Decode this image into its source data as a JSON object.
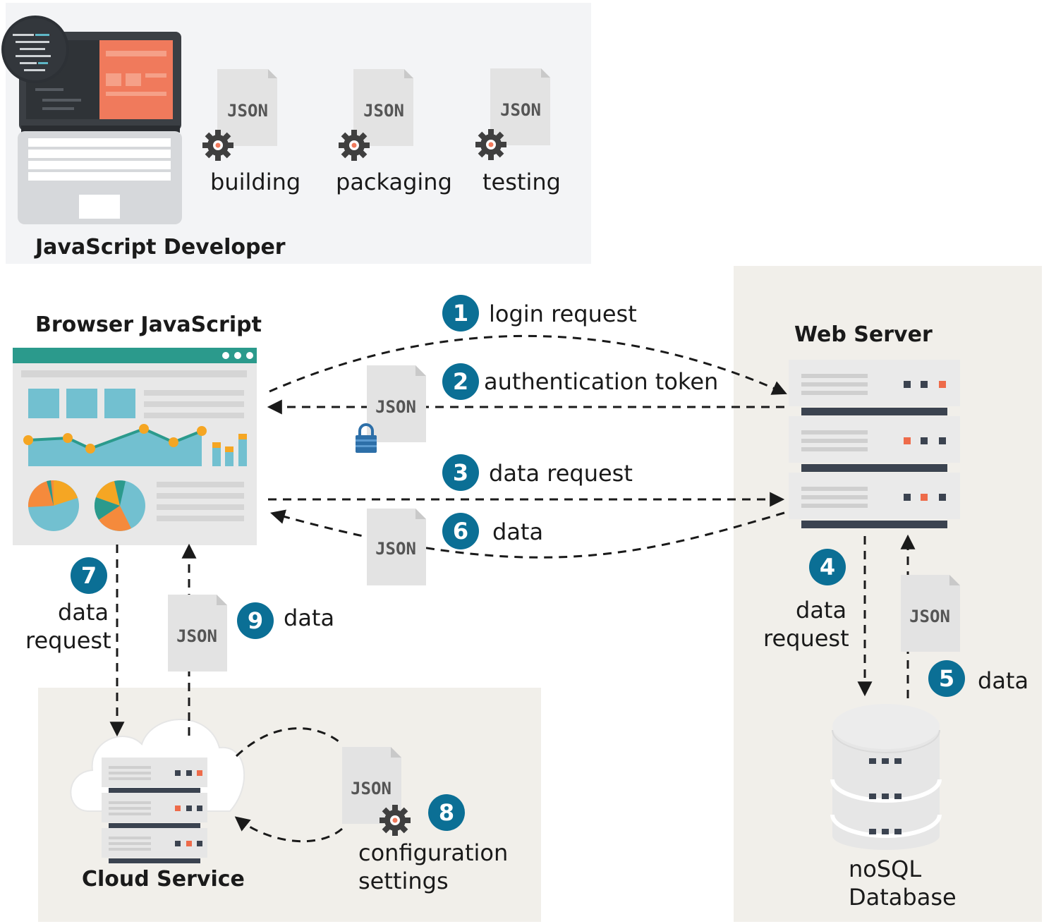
{
  "developer": {
    "title": "JavaScript Developer",
    "tasks": [
      {
        "label": "building",
        "doc": "JSON"
      },
      {
        "label": "packaging",
        "doc": "JSON"
      },
      {
        "label": "testing",
        "doc": "JSON"
      }
    ]
  },
  "browser": {
    "title": "Browser JavaScript"
  },
  "server": {
    "title": "Web Server"
  },
  "database": {
    "line1": "noSQL",
    "line2": "Database"
  },
  "cloud": {
    "title": "Cloud Service"
  },
  "steps": [
    {
      "num": "1",
      "label": "login request"
    },
    {
      "num": "2",
      "label": "authentication token"
    },
    {
      "num": "3",
      "label": "data request"
    },
    {
      "num": "4",
      "line1": "data",
      "line2": "request"
    },
    {
      "num": "5",
      "label": "data"
    },
    {
      "num": "6",
      "label": "data"
    },
    {
      "num": "7",
      "line1": "data",
      "line2": "request"
    },
    {
      "num": "8",
      "line1": "configuration",
      "line2": "settings"
    },
    {
      "num": "9",
      "label": "data"
    }
  ],
  "doc_label": "JSON",
  "colors": {
    "accent": "#0b6f95",
    "teal": "#2b9a8c",
    "orange": "#f58a3c",
    "light_blue": "#72c0d0"
  }
}
